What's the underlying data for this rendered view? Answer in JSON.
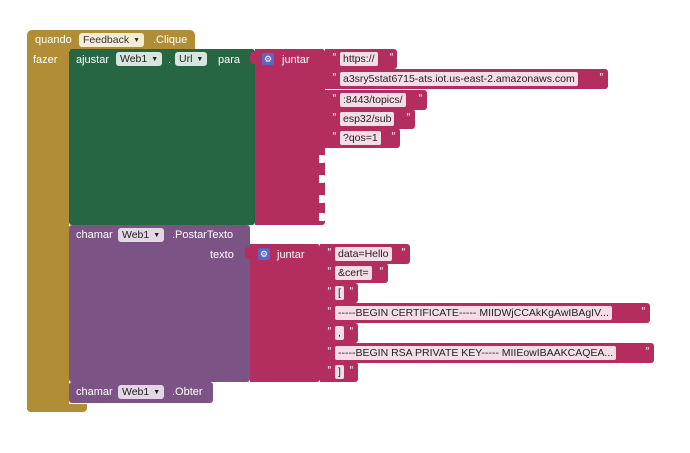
{
  "event_block": {
    "keyword_when": "quando",
    "component": "Feedback",
    "event": ".Clique",
    "keyword_do": "fazer",
    "color": "#b18e35"
  },
  "set_block": {
    "keyword_set": "ajustar",
    "component": "Web1",
    "property": "Url",
    "keyword_to": "para",
    "color": "#266643"
  },
  "join_url": {
    "label": "juntar",
    "strings": [
      "https://",
      "a3sry5stat6715-ats.iot.us-east-2.amazonaws.com",
      ":8443/topics/",
      "esp32/sub",
      "?qos=1"
    ],
    "color": "#b32d5e"
  },
  "call_post": {
    "keyword_call": "chamar",
    "component": "Web1",
    "method": ".PostarTexto",
    "param_label": "texto",
    "color": "#7c5385"
  },
  "join_body": {
    "label": "juntar",
    "strings": [
      "data=Hello",
      "&cert=",
      "[",
      "-----BEGIN CERTIFICATE----- MIIDWjCCAkKgAwIBAgIV...",
      ",",
      "-----BEGIN RSA PRIVATE KEY----- MIIEowIBAAKCAQEA...",
      "]"
    ]
  },
  "call_get": {
    "keyword_call": "chamar",
    "component": "Web1",
    "method": ".Obter"
  },
  "quote_char": "\""
}
